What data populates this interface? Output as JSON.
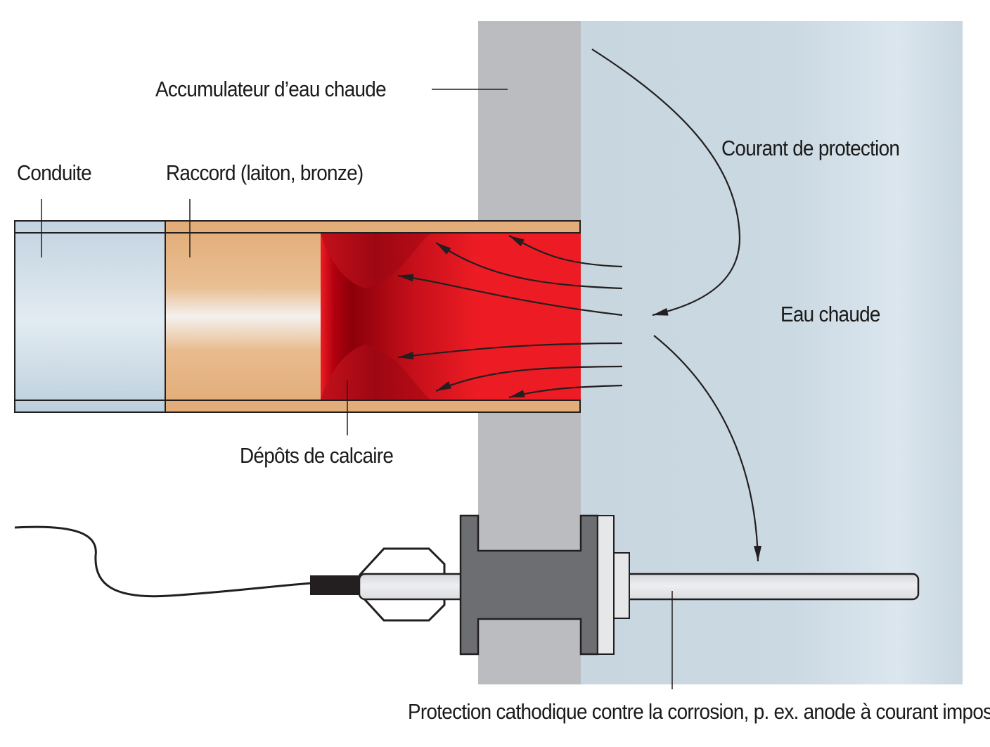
{
  "labels": {
    "tank": "Accumulateur d’eau chaude",
    "current": "Courant de protection",
    "pipe": "Conduite",
    "fitting": "Raccord (laiton, bronze)",
    "water": "Eau chaude",
    "scale": "Dépôts de calcaire",
    "anode": "Protection cathodique contre la corrosion, p. ex. anode à courant imposé"
  },
  "colors": {
    "tank_wall": "#bbbcc0",
    "water": "#c9d6e0",
    "pipe": "#c4d5e2",
    "fitting": "#e3ad79",
    "deposit_red": "#ed1c24",
    "deposit_dark": "#8b0008",
    "flange": "#6d6e71",
    "anode": "#e6e7e9",
    "outline": "#231f20"
  }
}
